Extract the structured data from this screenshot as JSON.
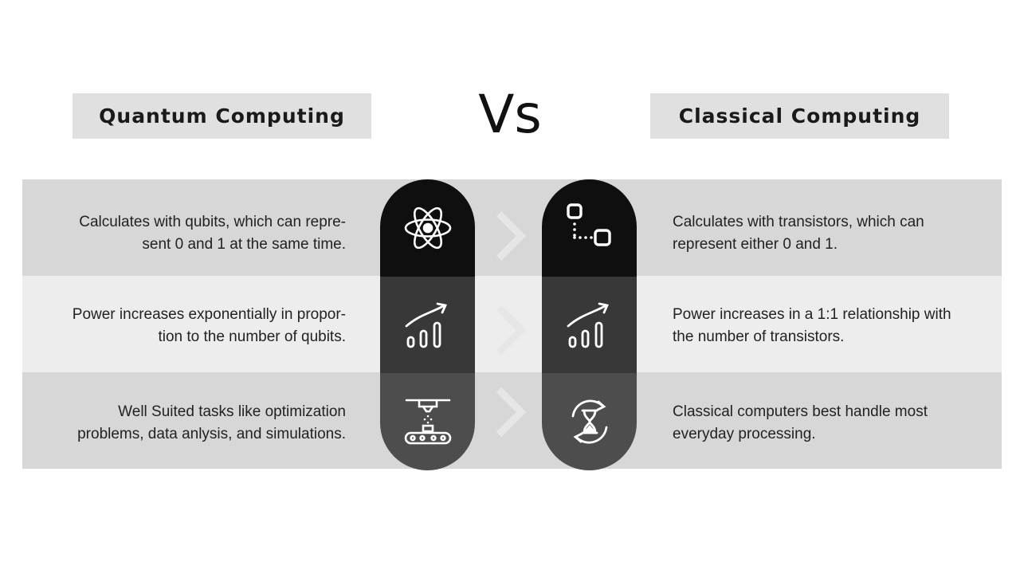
{
  "header": {
    "left_title": "Quantum Computing",
    "vs": "Vs",
    "right_title": "Classical Computing"
  },
  "rows": [
    {
      "left_text": "Calculates with qubits, which can repre-\nsent 0 and 1 at the same time.",
      "right_text": "Calculates with transistors, which can\nrepresent either 0 and 1.",
      "left_icon": "atom-icon",
      "right_icon": "bit-nodes-icon"
    },
    {
      "left_text": "Power increases exponentially in propor-\ntion to the number of qubits.",
      "right_text": "Power increases in a 1:1 relationship with\nthe number of transistors.",
      "left_icon": "growth-chart-icon",
      "right_icon": "growth-chart-icon"
    },
    {
      "left_text": "Well Suited tasks like optimization\nproblems, data anlysis, and simulations.",
      "right_text": "Classical computers best handle most\neveryday processing.",
      "left_icon": "factory-conveyor-icon",
      "right_icon": "hourglass-cycle-icon"
    }
  ],
  "colors": {
    "band_dark": "#d7d7d7",
    "band_light": "#ededed",
    "pill_top": "#0f0f0f",
    "pill_mid": "#383838",
    "pill_bottom": "#4d4d4d",
    "chevron": "#e6e6e6"
  }
}
